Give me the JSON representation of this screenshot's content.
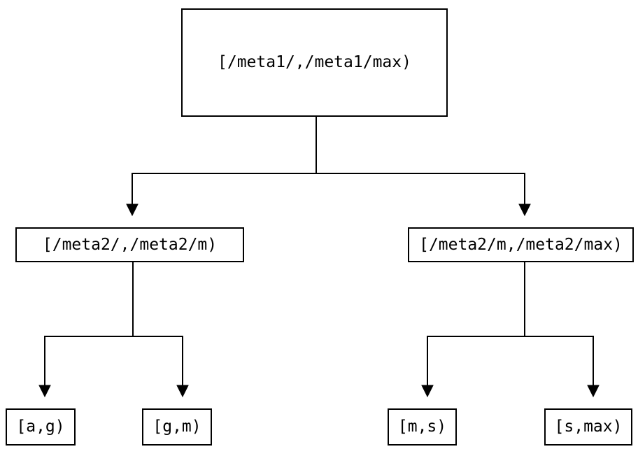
{
  "diagram": {
    "type": "tree",
    "colors": {
      "background": "#ffffff",
      "line": "#000000",
      "text": "#000000"
    },
    "nodes": {
      "root": {
        "label": "[/meta1/,/meta1/max)"
      },
      "left": {
        "label": "[/meta2/,/meta2/m)"
      },
      "right": {
        "label": "[/meta2/m,/meta2/max)"
      },
      "leaf_ag": {
        "label": "[a,g)"
      },
      "leaf_gm": {
        "label": "[g,m)"
      },
      "leaf_ms": {
        "label": "[m,s)"
      },
      "leaf_smax": {
        "label": "[s,max)"
      }
    },
    "edges": [
      {
        "from": "root",
        "to": "left"
      },
      {
        "from": "root",
        "to": "right"
      },
      {
        "from": "left",
        "to": "leaf_ag"
      },
      {
        "from": "left",
        "to": "leaf_gm"
      },
      {
        "from": "right",
        "to": "leaf_ms"
      },
      {
        "from": "right",
        "to": "leaf_smax"
      }
    ]
  }
}
